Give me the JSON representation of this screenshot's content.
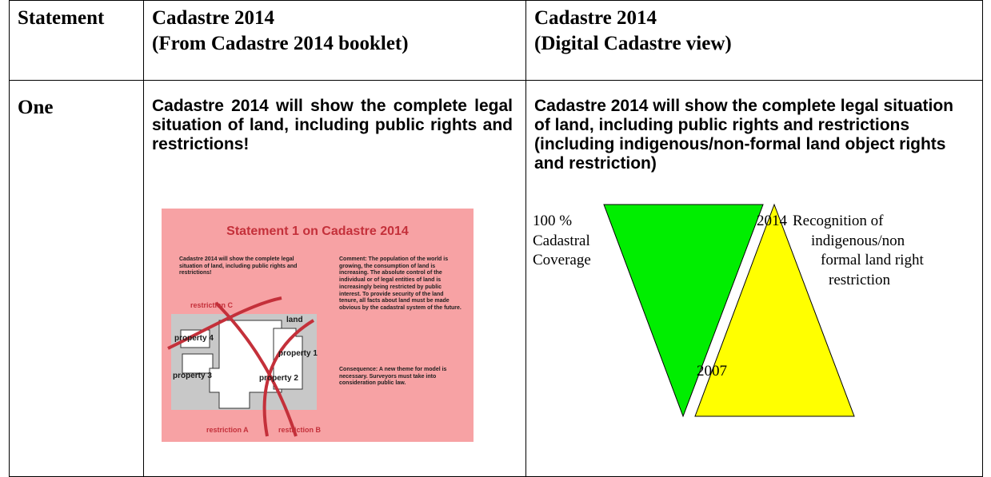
{
  "header": {
    "col1": "Statement",
    "col2_line1": "Cadastre 2014",
    "col2_line2": "(From Cadastre 2014 booklet)",
    "col3_line1": "Cadastre 2014",
    "col3_line2": "(Digital Cadastre view)"
  },
  "row": {
    "label": "One",
    "booklet_text": "Cadastre 2014 will show the complete legal situation of land, including public rights and restrictions!",
    "digital_text": "Cadastre 2014 will show the complete legal situation of land, including public rights and restrictions (including indigenous/non-formal land object rights and restriction)"
  },
  "slide": {
    "title": "Statement 1 on Cadastre 2014",
    "left_text": "Cadastre 2014 will show the complete legal situation of land, including public rights and restrictions!",
    "comment_text": "Comment: The population of the world is growing, the consumption of land is increasing. The absolute control of the individual or of legal entities of land is increasingly being restricted by public interest. To provide security of the land tenure, all facts about land must be made obvious by the cadastral system of the future.",
    "consequence_text": "Consequence: A new theme for model is necessary. Surveyors must take into consideration public law.",
    "labels": {
      "restriction_c": "restriction C",
      "land": "land",
      "property4": "property 4",
      "property1": "property 1",
      "property3": "property 3",
      "property2": "property 2",
      "restriction_a": "restriction A",
      "restriction_b": "restriction B"
    },
    "colors": {
      "background": "#f7a2a4",
      "accent": "#c4303a",
      "land": "#c8c8c8"
    }
  },
  "diagram": {
    "left_label": [
      "100 %",
      "Cadastral",
      "Coverage"
    ],
    "year_top": "2014",
    "year_bottom": "2007",
    "right_label": [
      "Recognition of",
      "indigenous/non",
      "formal land right",
      "restriction"
    ],
    "colors": {
      "green": "#00ee00",
      "yellow": "#ffff00"
    }
  }
}
